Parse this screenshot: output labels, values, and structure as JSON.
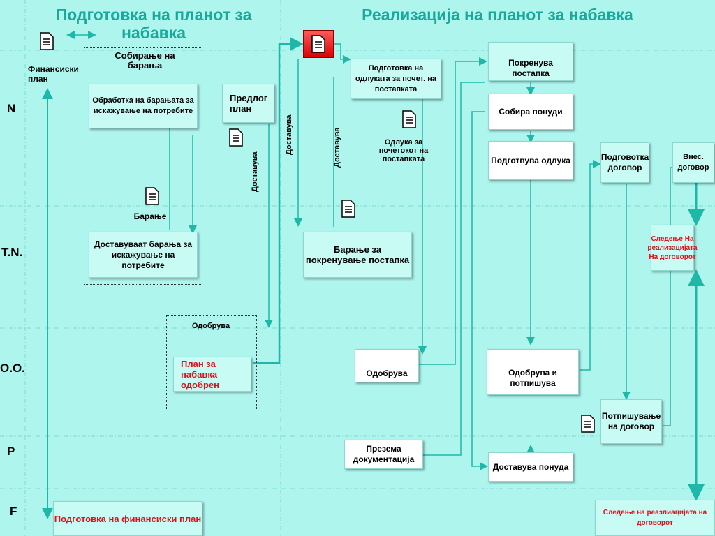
{
  "headers": {
    "left": "Подготовка на планот за набавка",
    "right": "Реализација на планот за набавка"
  },
  "lanes": [
    "N",
    "T.N.",
    "O.O.",
    "P",
    "F"
  ],
  "labels": {
    "fin_plan": "Финансиски план",
    "sobiranje": "Собирање на барања",
    "obrabotka": "Обработка на барањата за искажување на потребите",
    "predlog": "Предлог план",
    "baranje": "Барање",
    "dostavuvaat": "Доставуваат барања за искажување на потребите",
    "odobruva_small": "Одобрува",
    "plan_odobren": "План за набавка одобрен",
    "podgotovka_fin": "Подготовка на финансиски план",
    "dostavuva": "Доставува",
    "podg_odluka": "Подготовка на одлуката за почет. на постапката",
    "odluka_za": "Одлука за почетокот на постапката",
    "baranje_pokr": "Барање за покренување постапка",
    "odobruva": "Одобрува",
    "prezema": "Презема документација",
    "pokrenuva": "Покренува постапка",
    "sobira": "Собира понуди",
    "podgotvuva_odluka": "Подготвува одлука",
    "odobruva_potpisuva": "Одобрува и потпишува",
    "dostavuva_ponuda": "Доставува понуда",
    "podgotovka_dogovor": "Подговотка договор",
    "vnes_dogovor": "Внес. договор",
    "sledenje_red": "Следење На реализацијата На договорот",
    "potpisuvanje": "Потпишување на договор",
    "sledenje_bottom": "Следење на реазлиацијата на договорот"
  },
  "colors": {
    "background": "#aef5ee",
    "header": "#1aa89a",
    "arrow": "#1fb8a8",
    "highlight": "#e0101a"
  }
}
